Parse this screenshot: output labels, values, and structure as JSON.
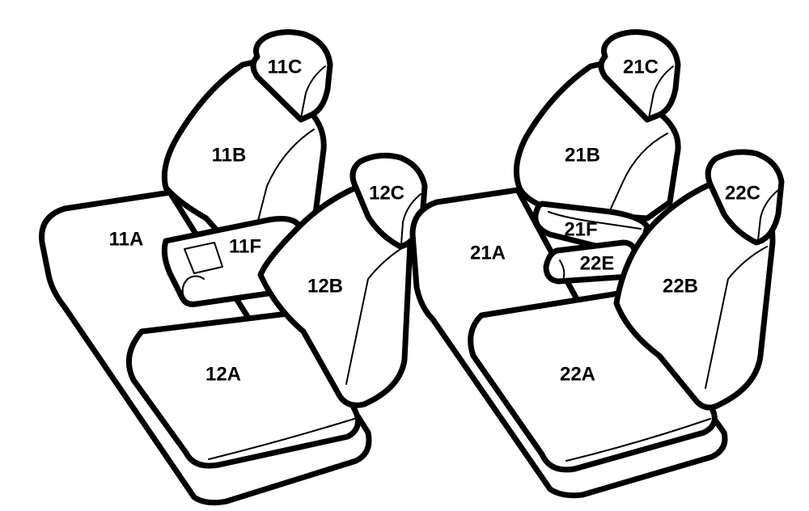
{
  "labels": {
    "l11A": "11A",
    "l11B": "11B",
    "l11C": "11C",
    "l11F": "11F",
    "l12A": "12A",
    "l12B": "12B",
    "l12C": "12C",
    "l21A": "21A",
    "l21B": "21B",
    "l21C": "21C",
    "l21F": "21F",
    "l22A": "22A",
    "l22B": "22B",
    "l22C": "22C",
    "l22E": "22E"
  },
  "colors": {
    "line": "#000000",
    "fill": "#ffffff"
  }
}
